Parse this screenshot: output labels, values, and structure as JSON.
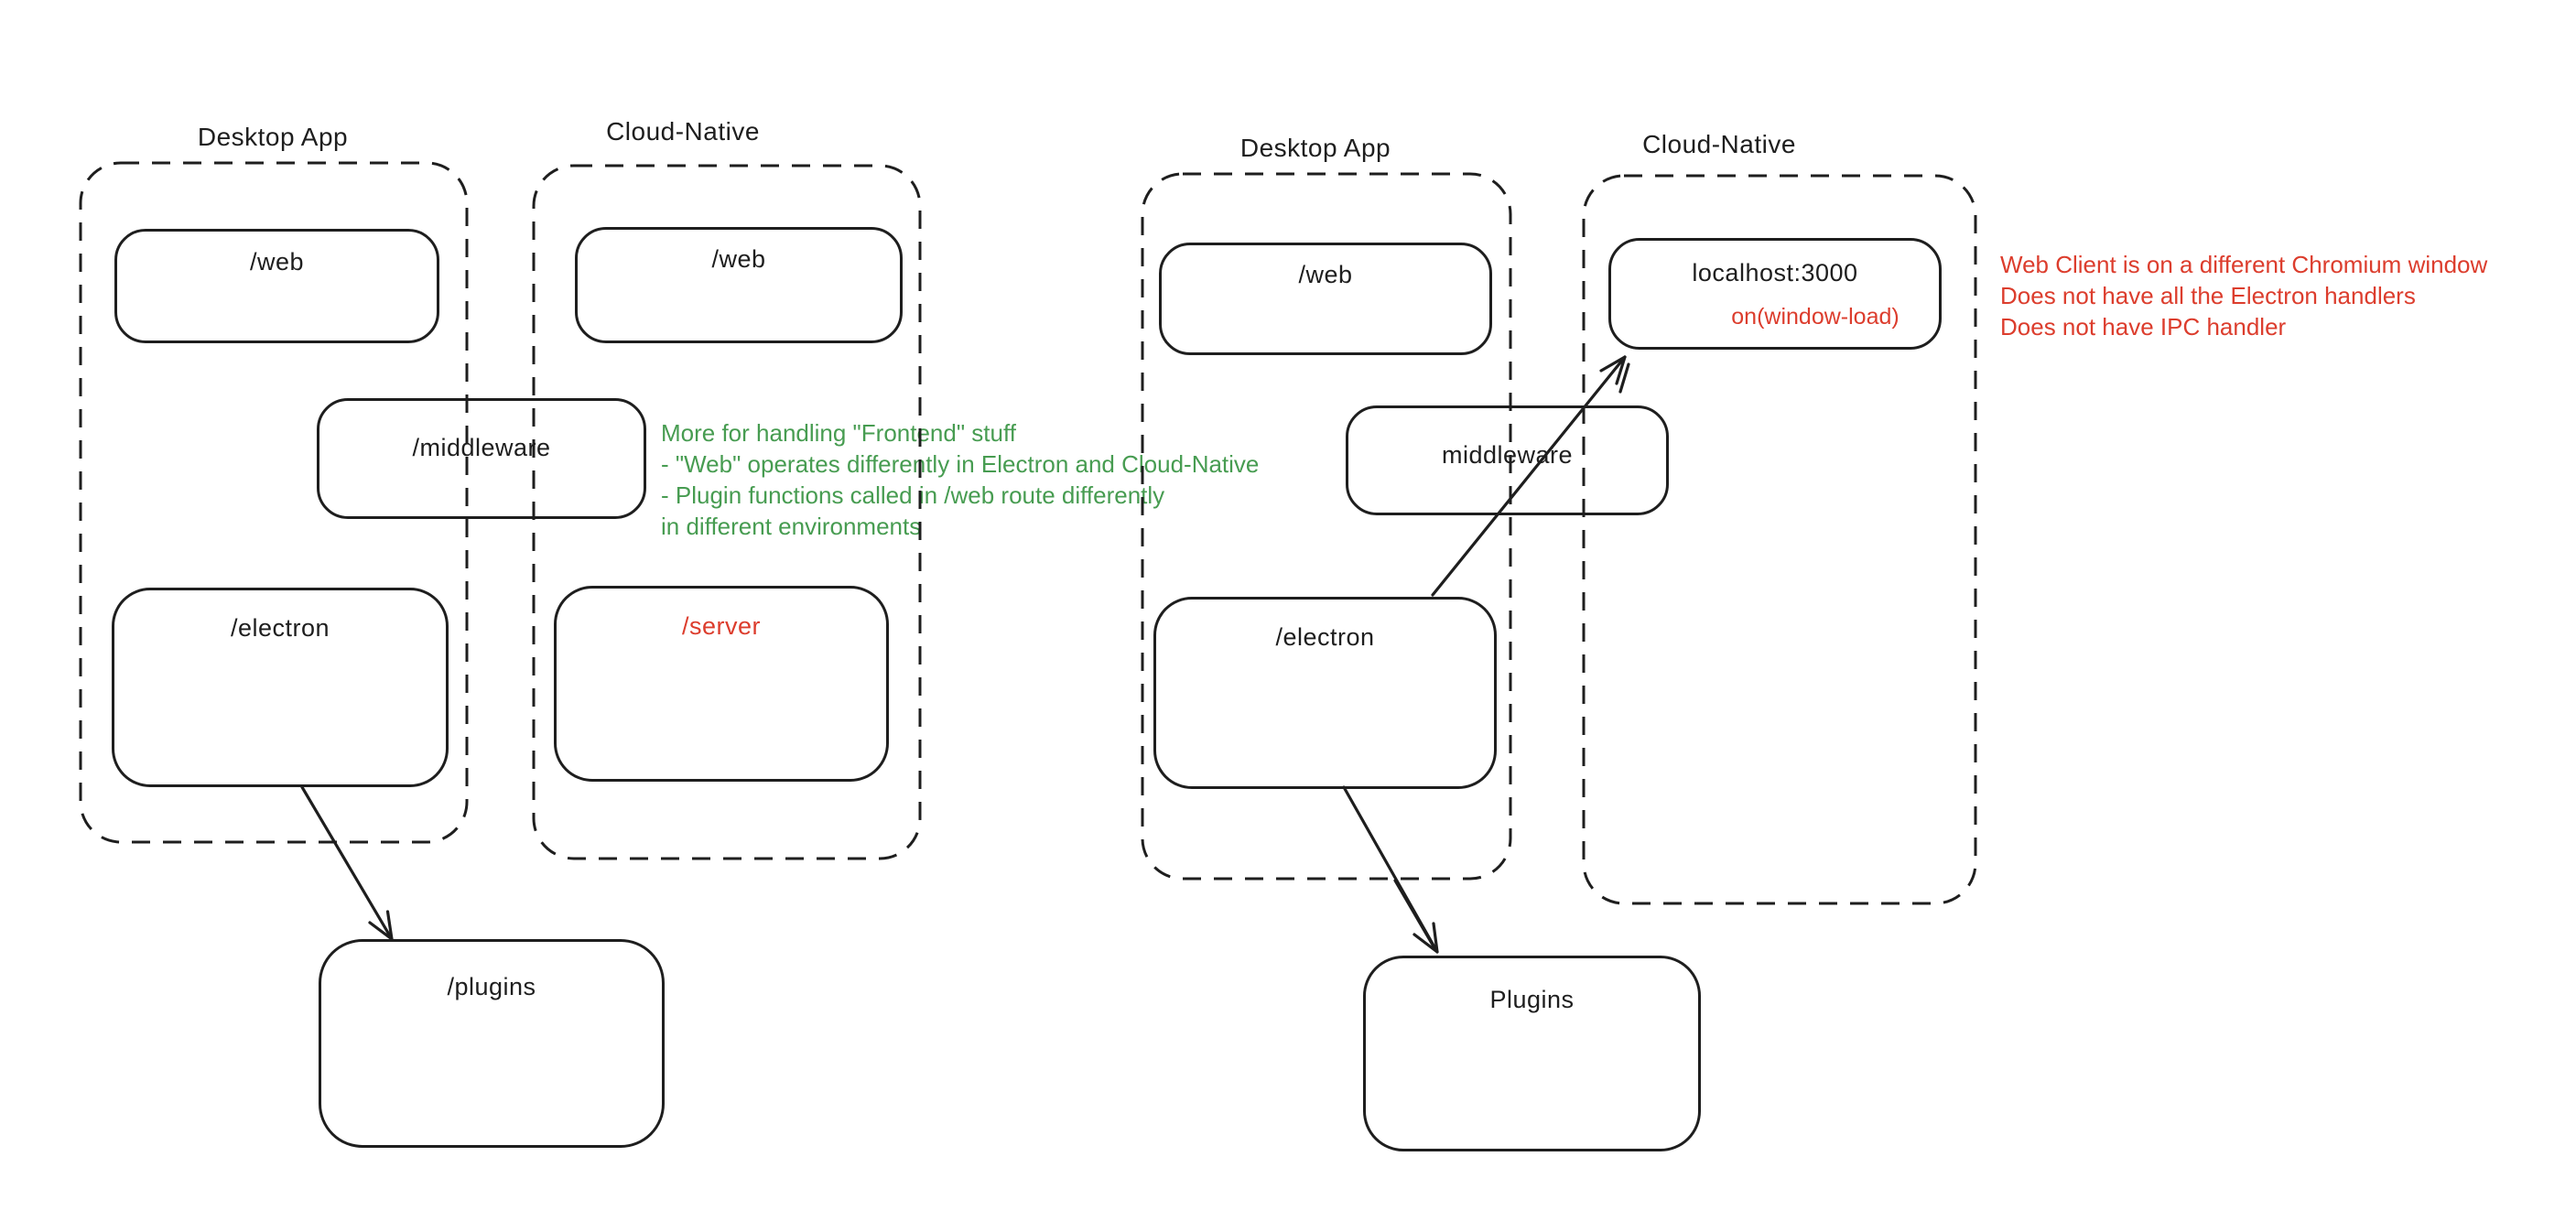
{
  "canvas": {
    "background": "#ffffff"
  },
  "colors": {
    "stroke": "#1e1e1e",
    "red": "#dc3d2d",
    "green": "#479c51"
  },
  "left_diagram": {
    "desktop_container": {
      "title": "Desktop App"
    },
    "cloud_container": {
      "title": "Cloud-Native"
    },
    "boxes": {
      "web_desktop": "/web",
      "web_cloud": "/web",
      "middleware": "/middleware",
      "electron": "/electron",
      "server": "/server",
      "plugins": "/plugins"
    },
    "annotation": {
      "color": "#479c51",
      "lines": [
        "More for handling \"Frontend\" stuff",
        "- \"Web\" operates differently in Electron and Cloud-Native",
        "- Plugin functions called in /web route differently",
        "in different environments"
      ]
    }
  },
  "right_diagram": {
    "desktop_container": {
      "title": "Desktop App"
    },
    "cloud_container": {
      "title": "Cloud-Native"
    },
    "boxes": {
      "web_desktop": "/web",
      "localhost": "localhost:3000",
      "localhost_event": "on(window-load)",
      "middleware": "middleware",
      "electron": "/electron",
      "plugins": "Plugins"
    },
    "annotation": {
      "color": "#dc3d2d",
      "lines": [
        "Web Client is on a different Chromium window",
        "Does not have all the Electron handlers",
        "Does not have IPC handler"
      ]
    }
  }
}
